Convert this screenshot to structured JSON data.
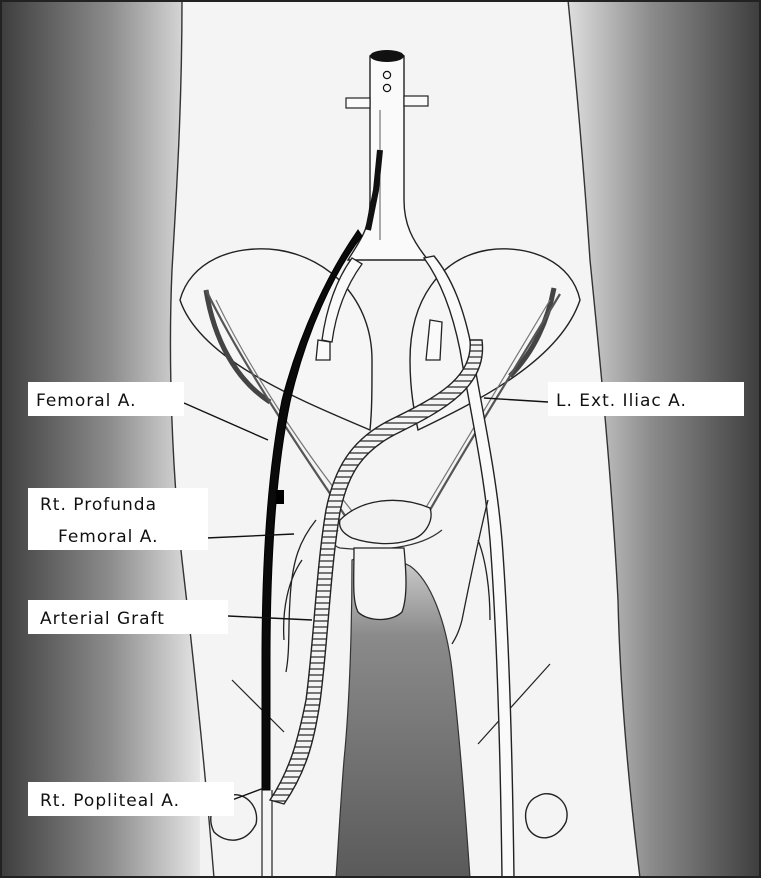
{
  "labels": {
    "femoral": "Femoral A.",
    "profunda_line1": "Rt. Profunda",
    "profunda_line2": "Femoral A.",
    "graft": "Arterial Graft",
    "popliteal": "Rt. Popliteal A.",
    "ext_iliac": "L. Ext. Iliac A."
  }
}
